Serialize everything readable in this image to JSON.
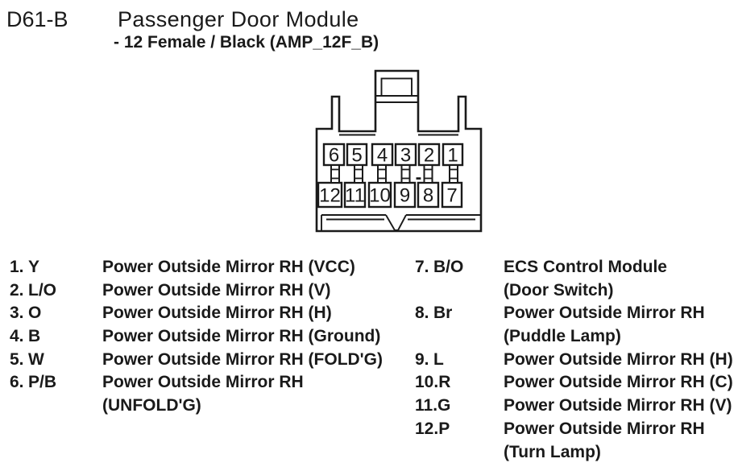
{
  "header": {
    "connector_id": "D61-B",
    "title": "Passenger Door Module",
    "subtitle": "- 12 Female / Black (AMP_12F_B)"
  },
  "connector": {
    "pins_top": [
      "6",
      "5",
      "4",
      "3",
      "2",
      "1"
    ],
    "pins_bottom": [
      "12",
      "11",
      "10",
      "9",
      "8",
      "7"
    ],
    "separator": "-",
    "ink_color": "#1a1a1a"
  },
  "pin_list": {
    "left": [
      {
        "num": "1.",
        "wire": "Y",
        "line1": "Power Outside Mirror RH (VCC)"
      },
      {
        "num": "2.",
        "wire": "L/O",
        "line1": "Power Outside Mirror RH (V)"
      },
      {
        "num": "3.",
        "wire": "O",
        "line1": "Power Outside Mirror RH (H)"
      },
      {
        "num": "4.",
        "wire": "B",
        "line1": "Power Outside Mirror RH (Ground)"
      },
      {
        "num": "5.",
        "wire": "W",
        "line1": "Power Outside Mirror RH (FOLD'G)"
      },
      {
        "num": "6.",
        "wire": "P/B",
        "line1": "Power Outside Mirror RH",
        "line2": "(UNFOLD'G)"
      }
    ],
    "right": [
      {
        "num": "7.",
        "wire": "B/O",
        "line1": "ECS Control Module",
        "line2": "(Door Switch)"
      },
      {
        "num": "8.",
        "wire": "Br",
        "line1": "Power Outside Mirror RH",
        "line2": "(Puddle Lamp)"
      },
      {
        "num": "9.",
        "wire": "L",
        "line1": "Power Outside Mirror RH (H)"
      },
      {
        "num": "10.",
        "wire": "R",
        "line1": "Power Outside Mirror RH (C)"
      },
      {
        "num": "11.",
        "wire": "G",
        "line1": "Power Outside Mirror RH (V)"
      },
      {
        "num": "12.",
        "wire": "P",
        "line1": "Power Outside Mirror RH",
        "line2": "(Turn Lamp)"
      }
    ]
  }
}
